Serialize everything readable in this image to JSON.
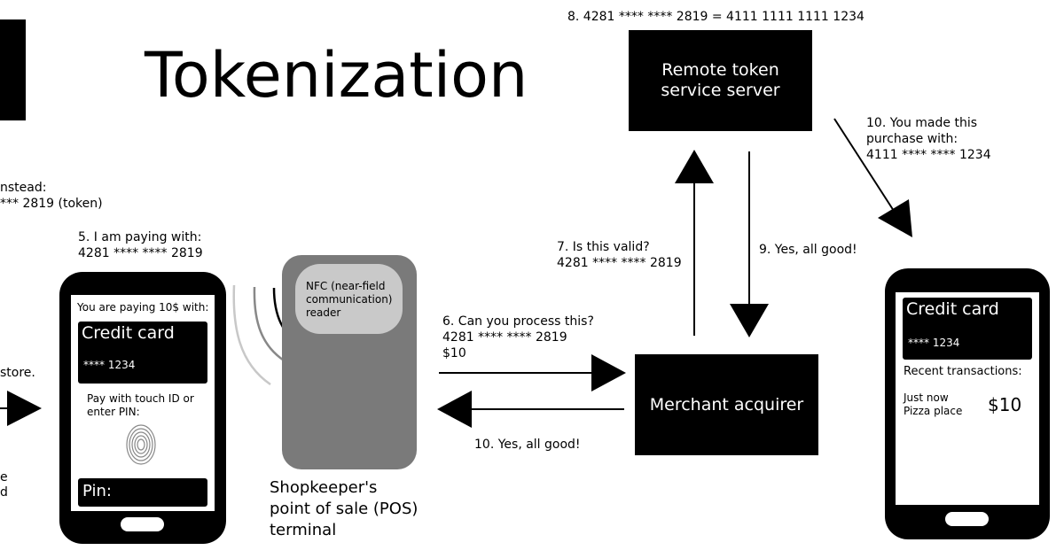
{
  "title": "Tokenization",
  "left_fragments": {
    "instead": "nstead:",
    "token": "*** 2819 (token)",
    "store": "store.",
    "e": "e",
    "d": "d"
  },
  "steps": {
    "s5": [
      "5. I am paying with:",
      "4281 **** **** 2819"
    ],
    "s6": [
      "6. Can you process this?",
      "4281 **** **** 2819",
      "$10"
    ],
    "s7": [
      "7. Is this valid?",
      "4281 **** **** 2819"
    ],
    "s8": "8. 4281 **** **** 2819 = 4111 1111 1111 1234",
    "s9": "9. Yes, all good!",
    "s10_pos": "10. Yes, all good!",
    "s10_user": [
      "10. You made this",
      "purchase with:",
      "4111 **** **** 1234"
    ]
  },
  "nodes": {
    "token_server": [
      "Remote token",
      "service server"
    ],
    "merchant": "Merchant acquirer",
    "pos_label": [
      "Shopkeeper's",
      "point of sale (POS)",
      "terminal"
    ],
    "nfc": [
      "NFC (near-field",
      "communication)",
      "reader"
    ]
  },
  "phone_left": {
    "paying": "You are paying 10$ with:",
    "card_title": "Credit card",
    "card_number": "**** 1234",
    "touch": [
      "Pay with touch ID or",
      "enter PIN:"
    ],
    "pin": "Pin:"
  },
  "phone_right": {
    "card_title": "Credit card",
    "card_number": "**** 1234",
    "recent": "Recent transactions:",
    "tx_line1": "Just now",
    "tx_line2": "Pizza place",
    "tx_amount": "$10"
  },
  "colors": {
    "black": "#000000",
    "pos_gray": "#7a7a7a",
    "nfc_light": "#c9c9c9"
  }
}
